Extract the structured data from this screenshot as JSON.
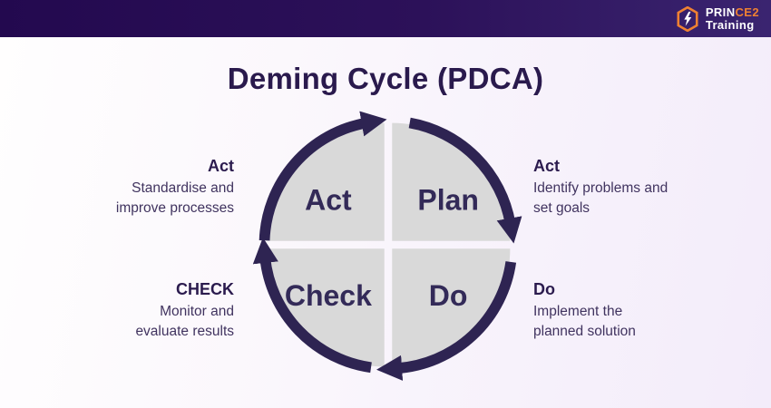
{
  "header": {
    "logo": {
      "icon": "prince2-hexagon-icon",
      "brand_primary": "PRIN",
      "brand_accent": "CE2",
      "brand_sub": "Training"
    }
  },
  "title": "Deming Cycle (PDCA)",
  "cycle": {
    "quadrants": [
      {
        "id": "act",
        "label": "Act"
      },
      {
        "id": "plan",
        "label": "Plan"
      },
      {
        "id": "check",
        "label": "Check"
      },
      {
        "id": "do",
        "label": "Do"
      }
    ],
    "direction": "clockwise"
  },
  "annotations": [
    {
      "id": "act-left",
      "heading": "Act",
      "lines": [
        "Standardise and",
        "improve processes"
      ]
    },
    {
      "id": "plan-right",
      "heading": "Act",
      "lines": [
        "Identify problems and",
        "set goals"
      ]
    },
    {
      "id": "check-left",
      "heading": "CHECK",
      "lines": [
        "Monitor and",
        "evaluate results"
      ]
    },
    {
      "id": "do-right",
      "heading": "Do",
      "lines": [
        "Implement the",
        "planned solution"
      ]
    }
  ],
  "colors": {
    "header_gradient_start": "#23094f",
    "header_gradient_end": "#3a2470",
    "brand_accent_orange": "#ef8132",
    "title_text": "#2a1a4d",
    "arrow_purple": "#2e2452",
    "quadrant_gray": "#d9d9d9",
    "background_lavender": "#f3ecfa"
  }
}
